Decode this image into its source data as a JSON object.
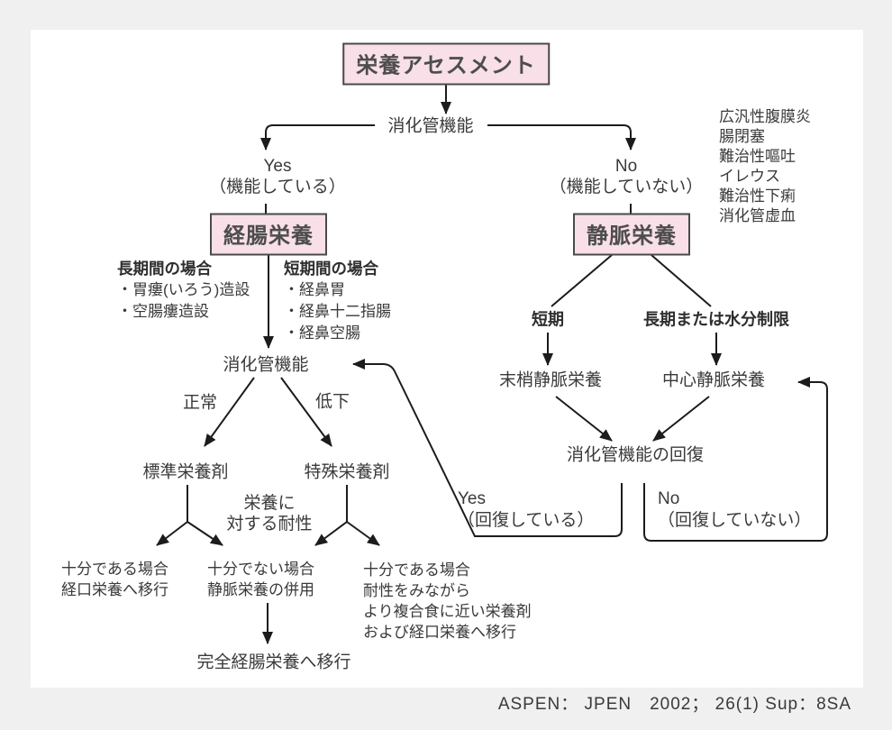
{
  "colors": {
    "frame_bg": "#f0f0f0",
    "surface_bg": "#ffffff",
    "node_pink": "#f8dfe8",
    "node_border": "#4a4a4a",
    "line": "#1c1c1c",
    "text": "#3a3a3a"
  },
  "title": "栄養アセスメント",
  "gi_function_top": "消化管機能",
  "yes_branch": {
    "label": "Yes",
    "sub": "（機能している）",
    "box": "経腸栄養"
  },
  "no_branch": {
    "label": "No",
    "sub": "（機能していない）",
    "box": "静脈栄養"
  },
  "causes": [
    "広汎性腹膜炎",
    "腸閉塞",
    "難治性嘔吐",
    "イレウス",
    "難治性下痢",
    "消化管虚血"
  ],
  "enteral": {
    "long_term": {
      "title": "長期間の場合",
      "items": [
        "・胃瘻(いろう)造設",
        "・空腸瘻造設"
      ]
    },
    "short_term": {
      "title": "短期間の場合",
      "items": [
        "・経鼻胃",
        "・経鼻十二指腸",
        "・経鼻空腸"
      ]
    },
    "gi_function": "消化管機能",
    "normal": "正常",
    "decline": "低下",
    "standard": "標準栄養剤",
    "special": "特殊栄養剤",
    "tolerance_line1": "栄養に",
    "tolerance_line2": "対する耐性",
    "outcome_sufficient": [
      "十分である場合",
      "経口栄養へ移行"
    ],
    "outcome_insufficient": [
      "十分でない場合",
      "静脈栄養の併用"
    ],
    "outcome_special": [
      "十分である場合",
      "耐性をみながら",
      "より複合食に近い栄養剤",
      "および経口栄養へ移行"
    ],
    "full_enteral": "完全経腸栄養へ移行"
  },
  "parenteral": {
    "short": "短期",
    "long": "長期または水分制限",
    "peripheral": "末梢静脈栄養",
    "central": "中心静脈栄養",
    "recovery": "消化管機能の回復",
    "yes": "Yes",
    "yes_sub": "（回復している）",
    "no": "No",
    "no_sub": "（回復していない）"
  },
  "citation": "ASPEN： JPEN　2002； 26(1) Sup：8SA"
}
